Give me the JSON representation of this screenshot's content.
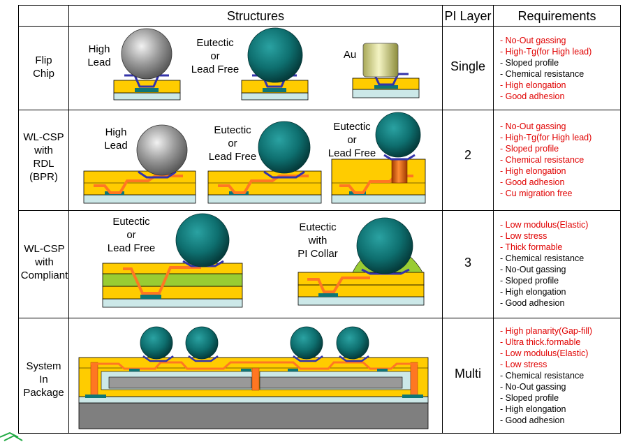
{
  "header": {
    "structures": "Structures",
    "pi_layer": "PI Layer",
    "requirements": "Requirements"
  },
  "colors": {
    "pi_yellow": "#ffcc00",
    "solder_teal": "#0e7676",
    "pad_blue": "#3333aa",
    "rdl_orange": "#ff7722",
    "substrate_blue": "#cce8e8",
    "compliant_green": "#99cc33",
    "red_text": "#e00000"
  },
  "rows": [
    {
      "label": [
        "Flip",
        "Chip"
      ],
      "layer": "Single",
      "captions": {
        "c1": [
          "High",
          "Lead"
        ],
        "c2": [
          "Eutectic",
          "or",
          "Lead Free"
        ],
        "c3": [
          "Au"
        ]
      },
      "requirements": [
        {
          "text": "- No-Out gassing",
          "red": true
        },
        {
          "text": "- High-Tg(for High lead)",
          "red": true
        },
        {
          "text": "- Sloped profile",
          "red": false
        },
        {
          "text": "- Chemical resistance",
          "red": false
        },
        {
          "text": "- High elongation",
          "red": true
        },
        {
          "text": "- Good adhesion",
          "red": true
        }
      ]
    },
    {
      "label": [
        "WL-CSP",
        "with",
        "RDL",
        "(BPR)"
      ],
      "layer": "2",
      "captions": {
        "c1": [
          "High",
          "Lead"
        ],
        "c2": [
          "Eutectic",
          "or",
          "Lead Free"
        ],
        "c3": [
          "Eutectic",
          "or",
          "Lead Free"
        ]
      },
      "requirements": [
        {
          "text": "- No-Out gassing",
          "red": true
        },
        {
          "text": "- High-Tg(for High lead)",
          "red": true
        },
        {
          "text": "- Sloped profile",
          "red": true
        },
        {
          "text": "- Chemical resistance",
          "red": true
        },
        {
          "text": "- High elongation",
          "red": true
        },
        {
          "text": "- Good adhesion",
          "red": true
        },
        {
          "text": "- Cu migration free",
          "red": true
        }
      ]
    },
    {
      "label": [
        "WL-CSP",
        "with",
        "Compliant"
      ],
      "layer": "3",
      "captions": {
        "c1": [
          "Eutectic",
          "or",
          "Lead Free"
        ],
        "c2": [
          "Eutectic",
          "with",
          "PI Collar"
        ]
      },
      "requirements": [
        {
          "text": "- Low modulus(Elastic)",
          "red": true
        },
        {
          "text": "- Low stress",
          "red": true
        },
        {
          "text": "- Thick formable",
          "red": true
        },
        {
          "text": "- Chemical resistance",
          "red": false
        },
        {
          "text": "- No-Out gassing",
          "red": false
        },
        {
          "text": "- Sloped profile",
          "red": false
        },
        {
          "text": "- High elongation",
          "red": false
        },
        {
          "text": "- Good adhesion",
          "red": false
        }
      ]
    },
    {
      "label": [
        "System",
        "In",
        "Package"
      ],
      "layer": "Multi",
      "requirements": [
        {
          "text": "- High planarity(Gap-fill)",
          "red": true
        },
        {
          "text": "- Ultra thick.formable",
          "red": true
        },
        {
          "text": "- Low modulus(Elastic)",
          "red": true
        },
        {
          "text": "- Low stress",
          "red": true
        },
        {
          "text": "- Chemical resistance",
          "red": false
        },
        {
          "text": "- No-Out gassing",
          "red": false
        },
        {
          "text": "- Sloped profile",
          "red": false
        },
        {
          "text": "- High elongation",
          "red": false
        },
        {
          "text": "- Good adhesion",
          "red": false
        }
      ]
    }
  ]
}
